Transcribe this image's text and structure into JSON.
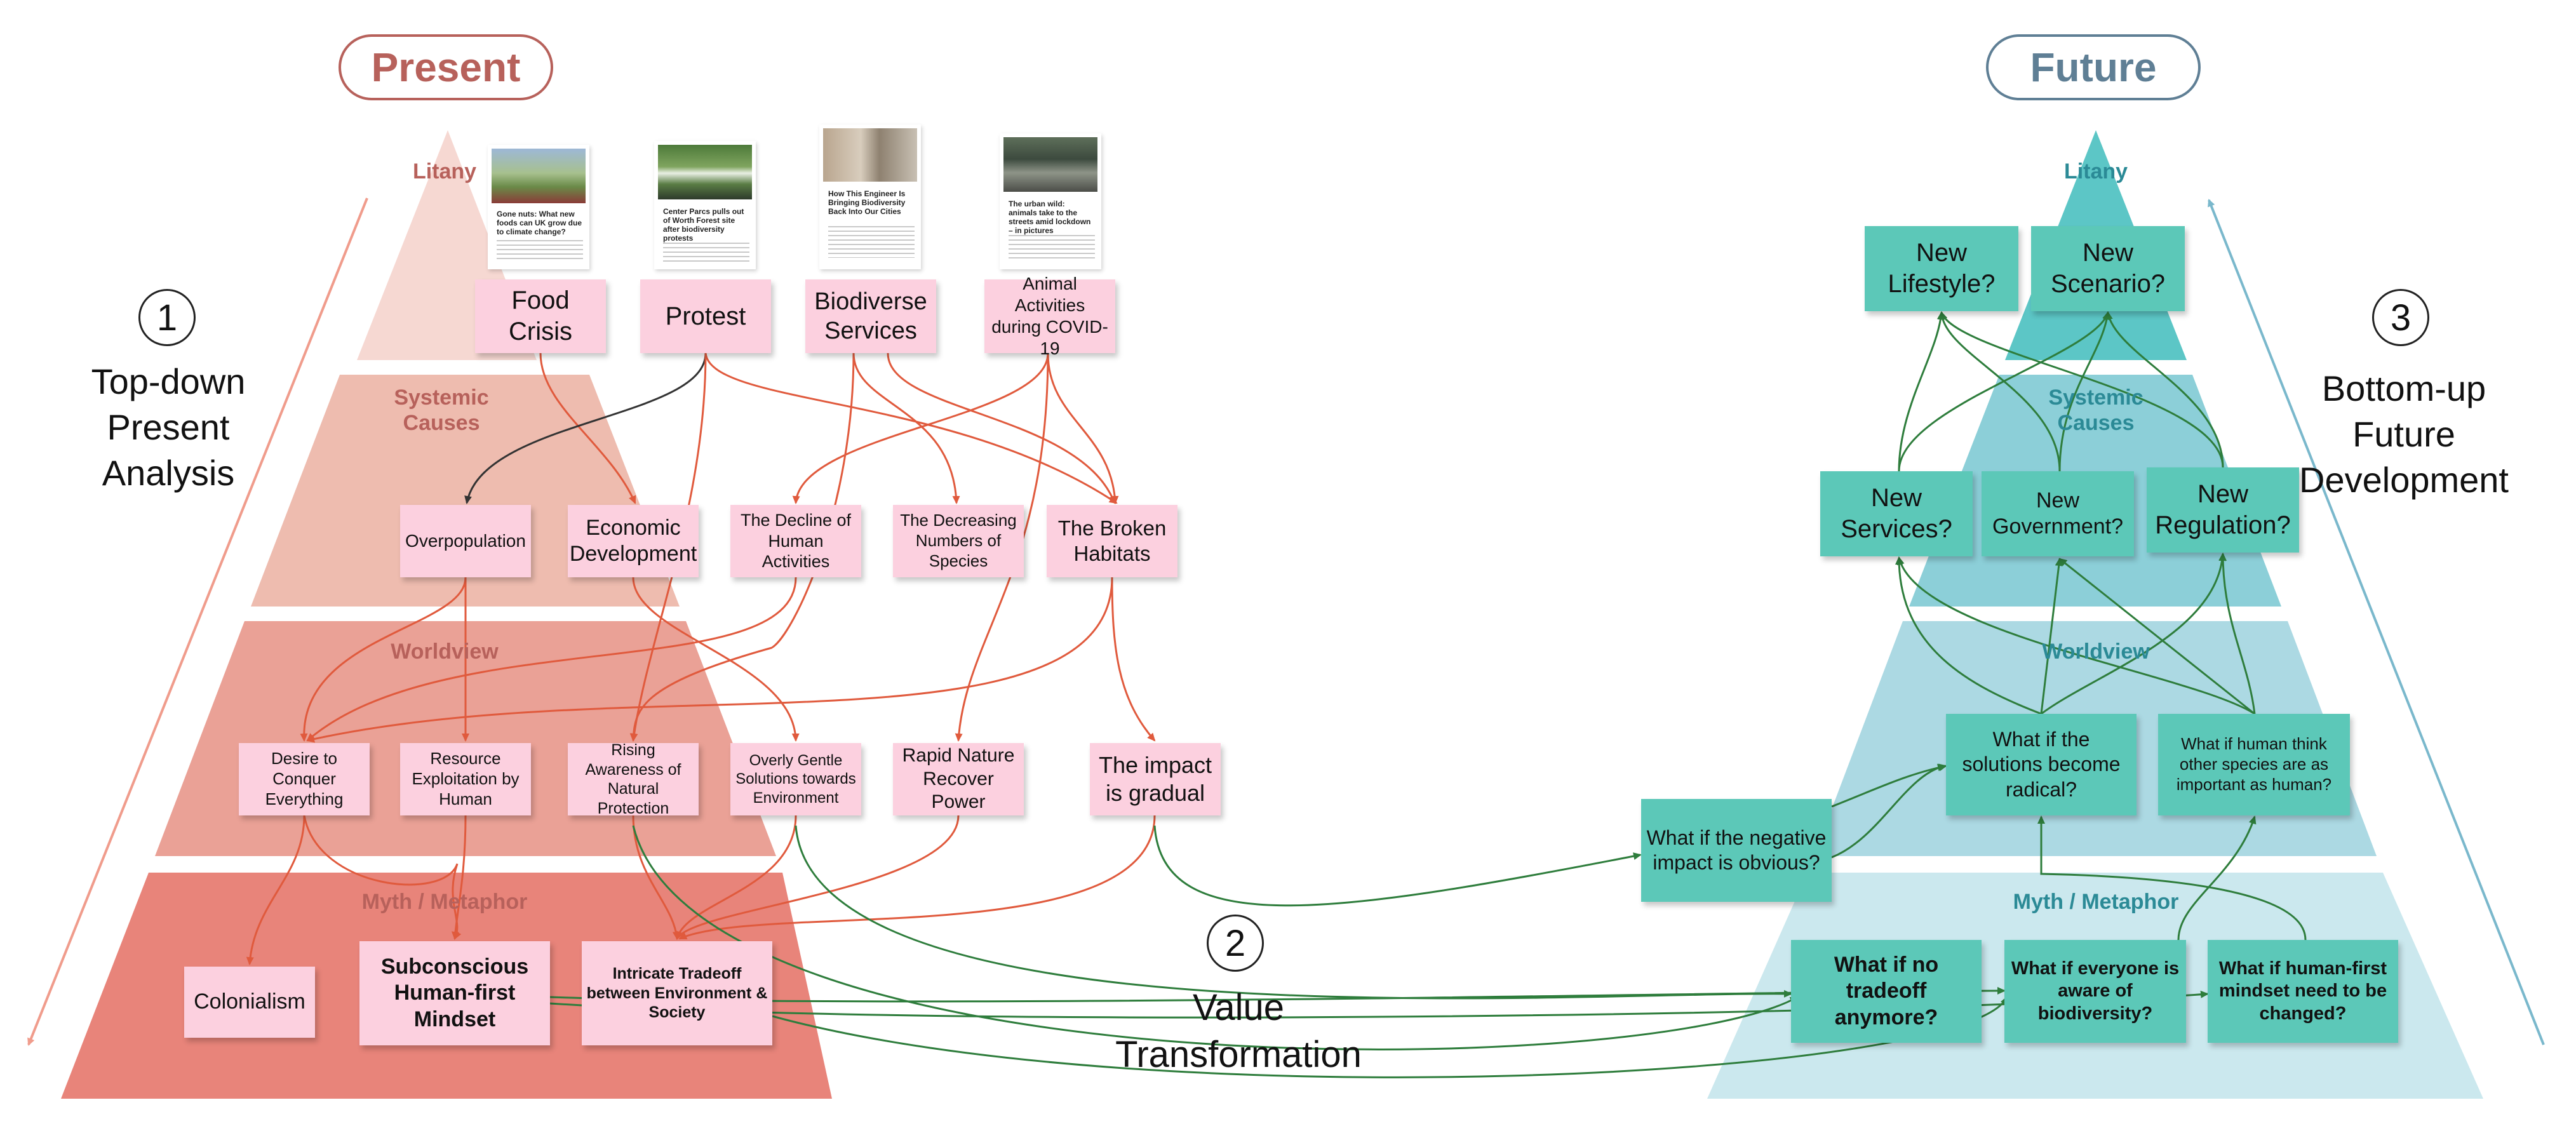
{
  "colors": {
    "present_accent": "#b7615b",
    "future_accent": "#5f7f95",
    "present_arrow": "#e05a3d",
    "future_arrow": "#2e7d3c",
    "sticky_pink": "#fcd0df",
    "sticky_teal": "#5cc8b8"
  },
  "present": {
    "title": "Present",
    "levels": {
      "litany": "Litany",
      "systemic": "Systemic Causes",
      "worldview": "Worldview",
      "myth": "Myth / Metaphor"
    },
    "news_cards": [
      {
        "headline": "Gone nuts: What new foods can UK grow due to climate change?"
      },
      {
        "headline": "Center Parcs pulls out of Worth Forest site after biodiversity protests"
      },
      {
        "headline": "How This Engineer Is Bringing Biodiversity Back Into Our Cities"
      },
      {
        "headline": "The urban wild: animals take to the streets amid lockdown – in pictures"
      }
    ],
    "litany_notes": {
      "food_crisis": "Food Crisis",
      "protest": "Protest",
      "biodiverse": "Biodiverse Services",
      "animal": "Animal Activities during COVID-19"
    },
    "systemic_notes": {
      "overpopulation": "Overpopulation",
      "economic": "Economic Development",
      "decline": "The Decline of Human Activities",
      "decreasing": "The Decreasing Numbers of Species",
      "broken": "The Broken Habitats"
    },
    "worldview_notes": {
      "desire": "Desire to Conquer Everything",
      "resource": "Resource Exploitation by Human",
      "rising": "Rising Awareness of Natural Protection",
      "gentle": "Overly Gentle Solutions towards Environment",
      "rapid": "Rapid Nature Recover Power",
      "gradual": "The impact is gradual"
    },
    "myth_notes": {
      "colonialism": "Colonialism",
      "subconscious": "Subconscious Human-first Mindset",
      "tradeoff": "Intricate Tradeoff between Environment & Society"
    }
  },
  "future": {
    "title": "Future",
    "levels": {
      "litany": "Litany",
      "systemic": "Systemic Causes",
      "worldview": "Worldview",
      "myth": "Myth / Metaphor"
    },
    "litany_notes": {
      "lifestyle": "New Lifestyle?",
      "scenario": "New Scenario?"
    },
    "systemic_notes": {
      "services": "New Services?",
      "government": "New Government?",
      "regulation": "New Regulation?"
    },
    "worldview_notes": {
      "obvious": "What if the negative impact is obvious?",
      "radical": "What if the solutions become radical?",
      "species": "What if human think other species are as important as human?"
    },
    "myth_notes": {
      "no_tradeoff": "What if no tradeoff anymore?",
      "aware": "What if everyone is aware of biodiversity?",
      "mindset": "What if human-first mindset need to be changed?"
    }
  },
  "steps": {
    "one": {
      "number": "1",
      "label": "Top-down Present Analysis"
    },
    "two": {
      "number": "2",
      "label": "Value Transformation"
    },
    "three": {
      "number": "3",
      "label": "Bottom-up Future Development"
    }
  }
}
